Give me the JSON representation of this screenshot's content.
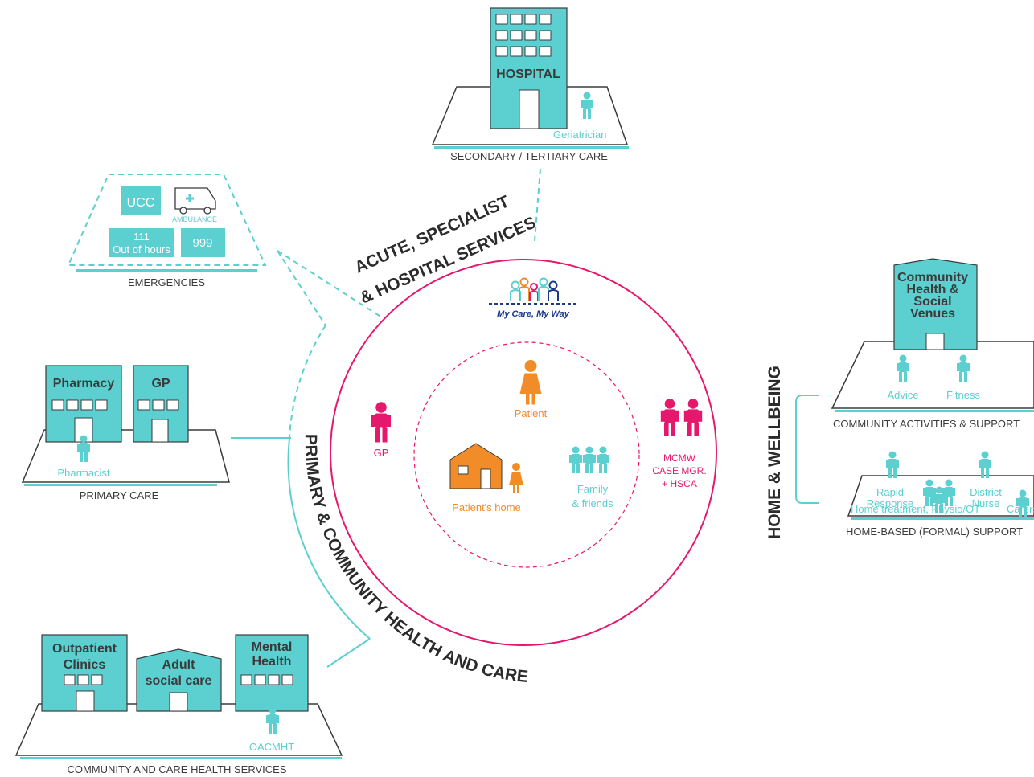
{
  "colors": {
    "teal": "#5ccfd1",
    "magenta": "#e5186e",
    "orange": "#f28c28",
    "navy": "#1b3a8c",
    "text": "#3b3b3b"
  },
  "secondary": {
    "building": "HOSPITAL",
    "person": "Geriatrician",
    "section": "SECONDARY / TERTIARY CARE"
  },
  "emergencies": {
    "ucc": "UCC",
    "ambulance": "AMBULANCE",
    "out_of_hours_num": "111",
    "out_of_hours": "Out of hours",
    "emergency_num": "999",
    "section": "EMERGENCIES"
  },
  "arcs": {
    "acute_line1": "ACUTE, SPECIALIST",
    "acute_line2": "& HOSPITAL SERVICES",
    "primary": "PRIMARY & COMMUNITY HEALTH AND CARE",
    "home": "HOME & WELLBEING"
  },
  "center": {
    "logo": "My Care, My Way",
    "patient": "Patient",
    "gp": "GP",
    "home": "Patient's home",
    "family_line1": "Family",
    "family_line2": "& friends",
    "mcmw_line1": "MCMW",
    "mcmw_line2": "CASE MGR.",
    "mcmw_line3": "+ HSCA"
  },
  "primary_care": {
    "pharmacy": "Pharmacy",
    "gp": "GP",
    "person": "Pharmacist",
    "section": "PRIMARY CARE"
  },
  "community_services": {
    "outpatient_line1": "Outpatient",
    "outpatient_line2": "Clinics",
    "adult_line1": "Adult",
    "adult_line2": "social care",
    "mental_line1": "Mental",
    "mental_line2": "Health",
    "person": "OACMHT",
    "section": "COMMUNITY AND CARE HEALTH SERVICES"
  },
  "community_activities": {
    "venue_line1": "Community",
    "venue_line2": "Health &",
    "venue_line3": "Social",
    "venue_line4": "Venues",
    "advice": "Advice",
    "fitness": "Fitness",
    "section": "COMMUNITY ACTIVITIES & SUPPORT"
  },
  "home_support": {
    "rapid_line1": "Rapid",
    "rapid_line2": "Response",
    "district_line1": "District",
    "district_line2": "Nurse",
    "treatment": "Home treatment, Physio/OT",
    "carers": "Carers",
    "section": "HOME-BASED (FORMAL) SUPPORT"
  }
}
